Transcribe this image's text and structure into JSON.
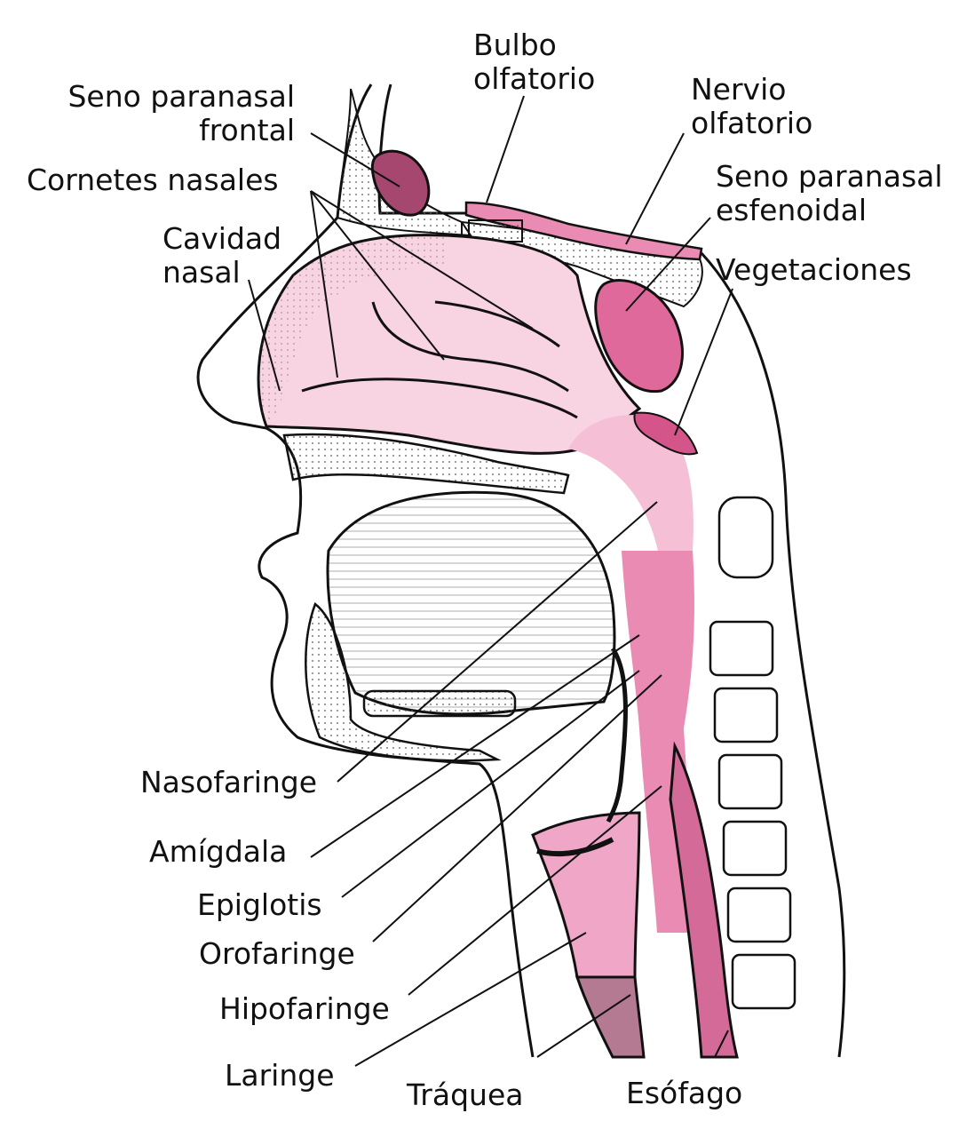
{
  "labels": {
    "bulbo_olfatorio": [
      "Bulbo",
      "olfatorio"
    ],
    "seno_frontal": [
      "Seno paranasal",
      "frontal"
    ],
    "nervio_olfatorio": [
      "Nervio",
      "olfatorio"
    ],
    "cornetes": "Cornetes nasales",
    "seno_esfenoidal": [
      "Seno paranasal",
      "esfenoidal"
    ],
    "cavidad_nasal": [
      "Cavidad",
      "nasal"
    ],
    "vegetaciones": "Vegetaciones",
    "nasofaringe": "Nasofaringe",
    "amigdala": "Amígdala",
    "epiglotis": "Epiglotis",
    "orofaringe": "Orofaringe",
    "hipofaringe": "Hipofaringe",
    "laringe": "Laringe",
    "traquea": "Tráquea",
    "esofago": "Esófago"
  },
  "colors": {
    "light_pink": "#f8d3e2",
    "mid_pink": "#e98bb3",
    "dark_pink": "#a5476f",
    "mauve": "#b47a92",
    "outline": "#111111"
  }
}
